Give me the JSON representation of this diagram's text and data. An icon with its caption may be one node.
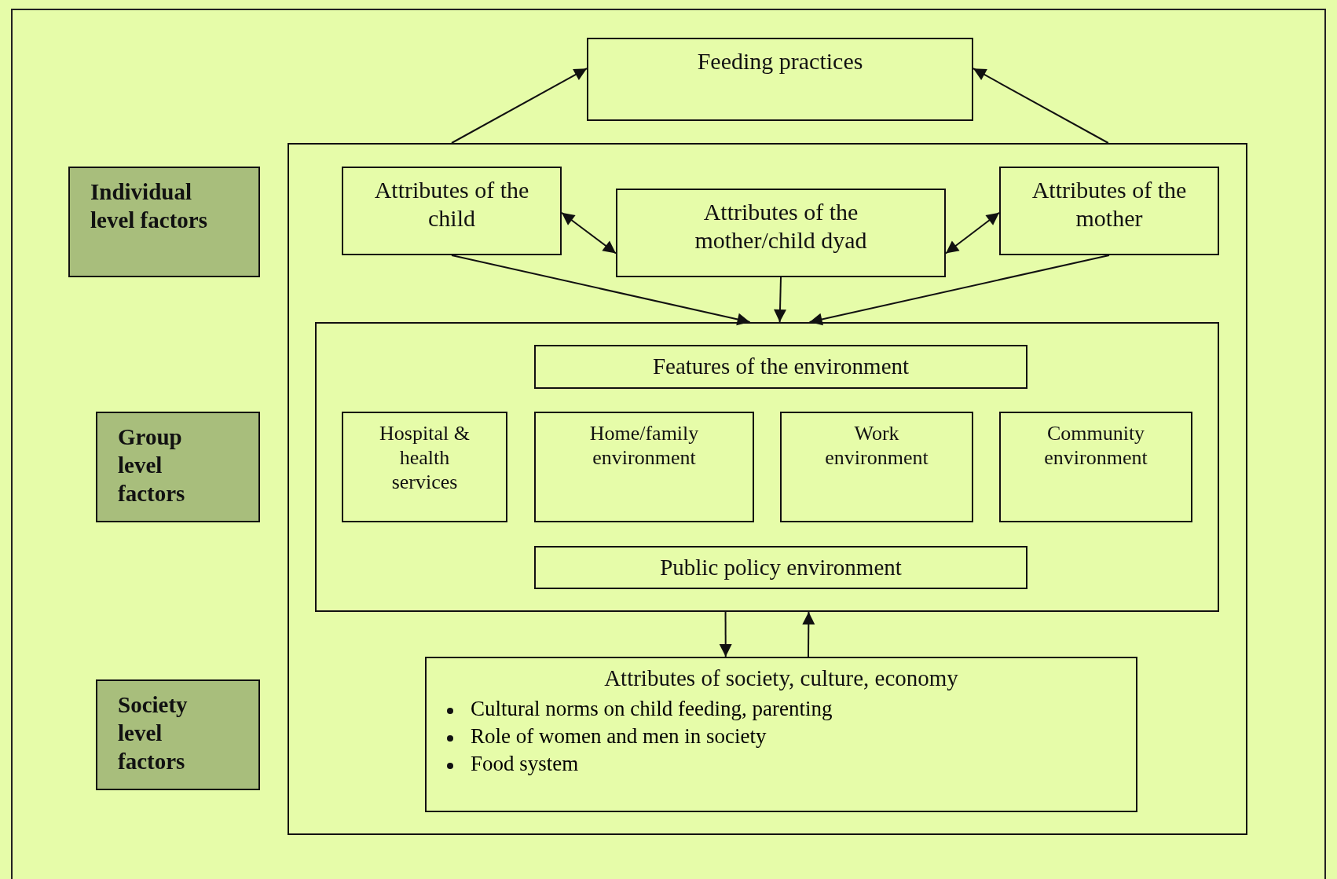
{
  "diagram": {
    "nodes": [
      {
        "text": [
          "Feeding practices"
        ]
      },
      {
        "text": [
          "Individual level factors"
        ]
      },
      {
        "text": [],
        "shape": "box"
      },
      {
        "text": [
          "Attributes of the child"
        ],
        "in": 2
      },
      {
        "text": [
          "Attributes of the mother/child dyad"
        ],
        "in": 2
      },
      {
        "text": [
          "Attributes of the mother"
        ],
        "in": 2
      },
      {
        "text": [
          "Group level factors"
        ]
      },
      {
        "text": [],
        "shape": "box",
        "in": 2
      },
      {
        "text": [
          "Features of the environment"
        ],
        "in": 7
      },
      {
        "text": [
          "Hospital & health services"
        ],
        "in": 7
      },
      {
        "text": [
          "Home/family environment"
        ],
        "in": 7
      },
      {
        "text": [
          "Work environment"
        ],
        "in": 7
      },
      {
        "text": [
          "Community environment"
        ],
        "in": 7
      },
      {
        "text": [
          "Public policy environment"
        ],
        "in": 7
      },
      {
        "text": [
          "Society level factors"
        ]
      },
      {
        "text": [
          "Attributes of society, culture, economy",
          "Cultural norms on child feeding, parenting",
          "Role of women and men in society",
          "Food system"
        ],
        "in": 2
      }
    ],
    "edges": [
      {
        "from": 2,
        "to": 0,
        "arrow": "to"
      },
      {
        "from": 2,
        "to": 0,
        "arrow": "to"
      },
      {
        "from": 3,
        "to": 4,
        "arrow": "both"
      },
      {
        "from": 4,
        "to": 5,
        "arrow": "both"
      },
      {
        "from": 3,
        "to": 7,
        "arrow": "to"
      },
      {
        "from": 4,
        "to": 7,
        "arrow": "to"
      },
      {
        "from": 5,
        "to": 7,
        "arrow": "to"
      },
      {
        "from": 7,
        "to": 15,
        "arrow": "to"
      },
      {
        "from": 15,
        "to": 7,
        "arrow": "to"
      }
    ]
  }
}
